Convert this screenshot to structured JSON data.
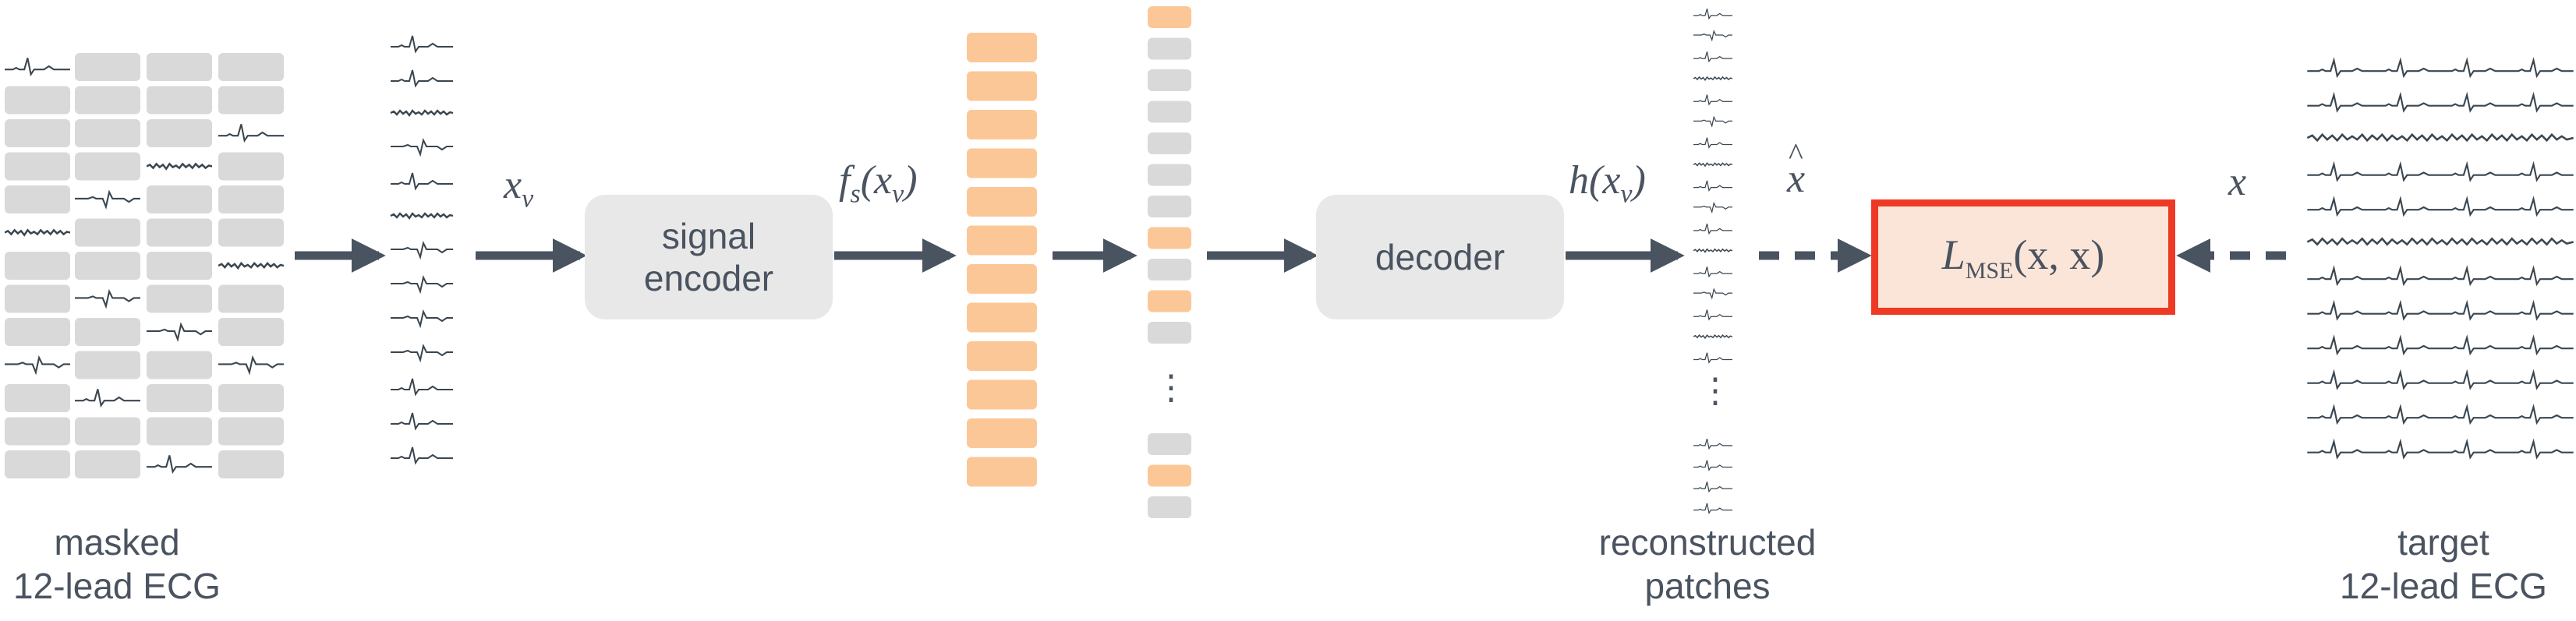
{
  "labels": {
    "masked_line1": "masked",
    "masked_line2": "12-lead ECG",
    "reconstructed_line1": "reconstructed",
    "reconstructed_line2": "patches",
    "target_line1": "target",
    "target_line2": "12-lead ECG"
  },
  "blocks": {
    "signal_encoder_line1": "signal",
    "signal_encoder_line2": "encoder",
    "decoder": "decoder"
  },
  "math": {
    "xv_base": "x",
    "xv_sub": "v",
    "fs_f": "f",
    "fs_sub": "s",
    "fs_arg": "(x",
    "fs_arg_sub": "v",
    "fs_close": ")",
    "h_open": "h(x",
    "h_sub": "v",
    "h_close": ")",
    "xhat": "x",
    "x": "x",
    "loss_L": "L",
    "loss_sub": "MSE",
    "loss_args": "(x, x)"
  },
  "ellipsis": "⋮",
  "colors": {
    "arrow": "#4a5360",
    "tile_grey": "#d9d9d9",
    "embedding_orange": "#fcc797",
    "ecg_trace": "#3a4650",
    "loss_border": "#ee3a24",
    "loss_fill": "#fbe5d8"
  }
}
